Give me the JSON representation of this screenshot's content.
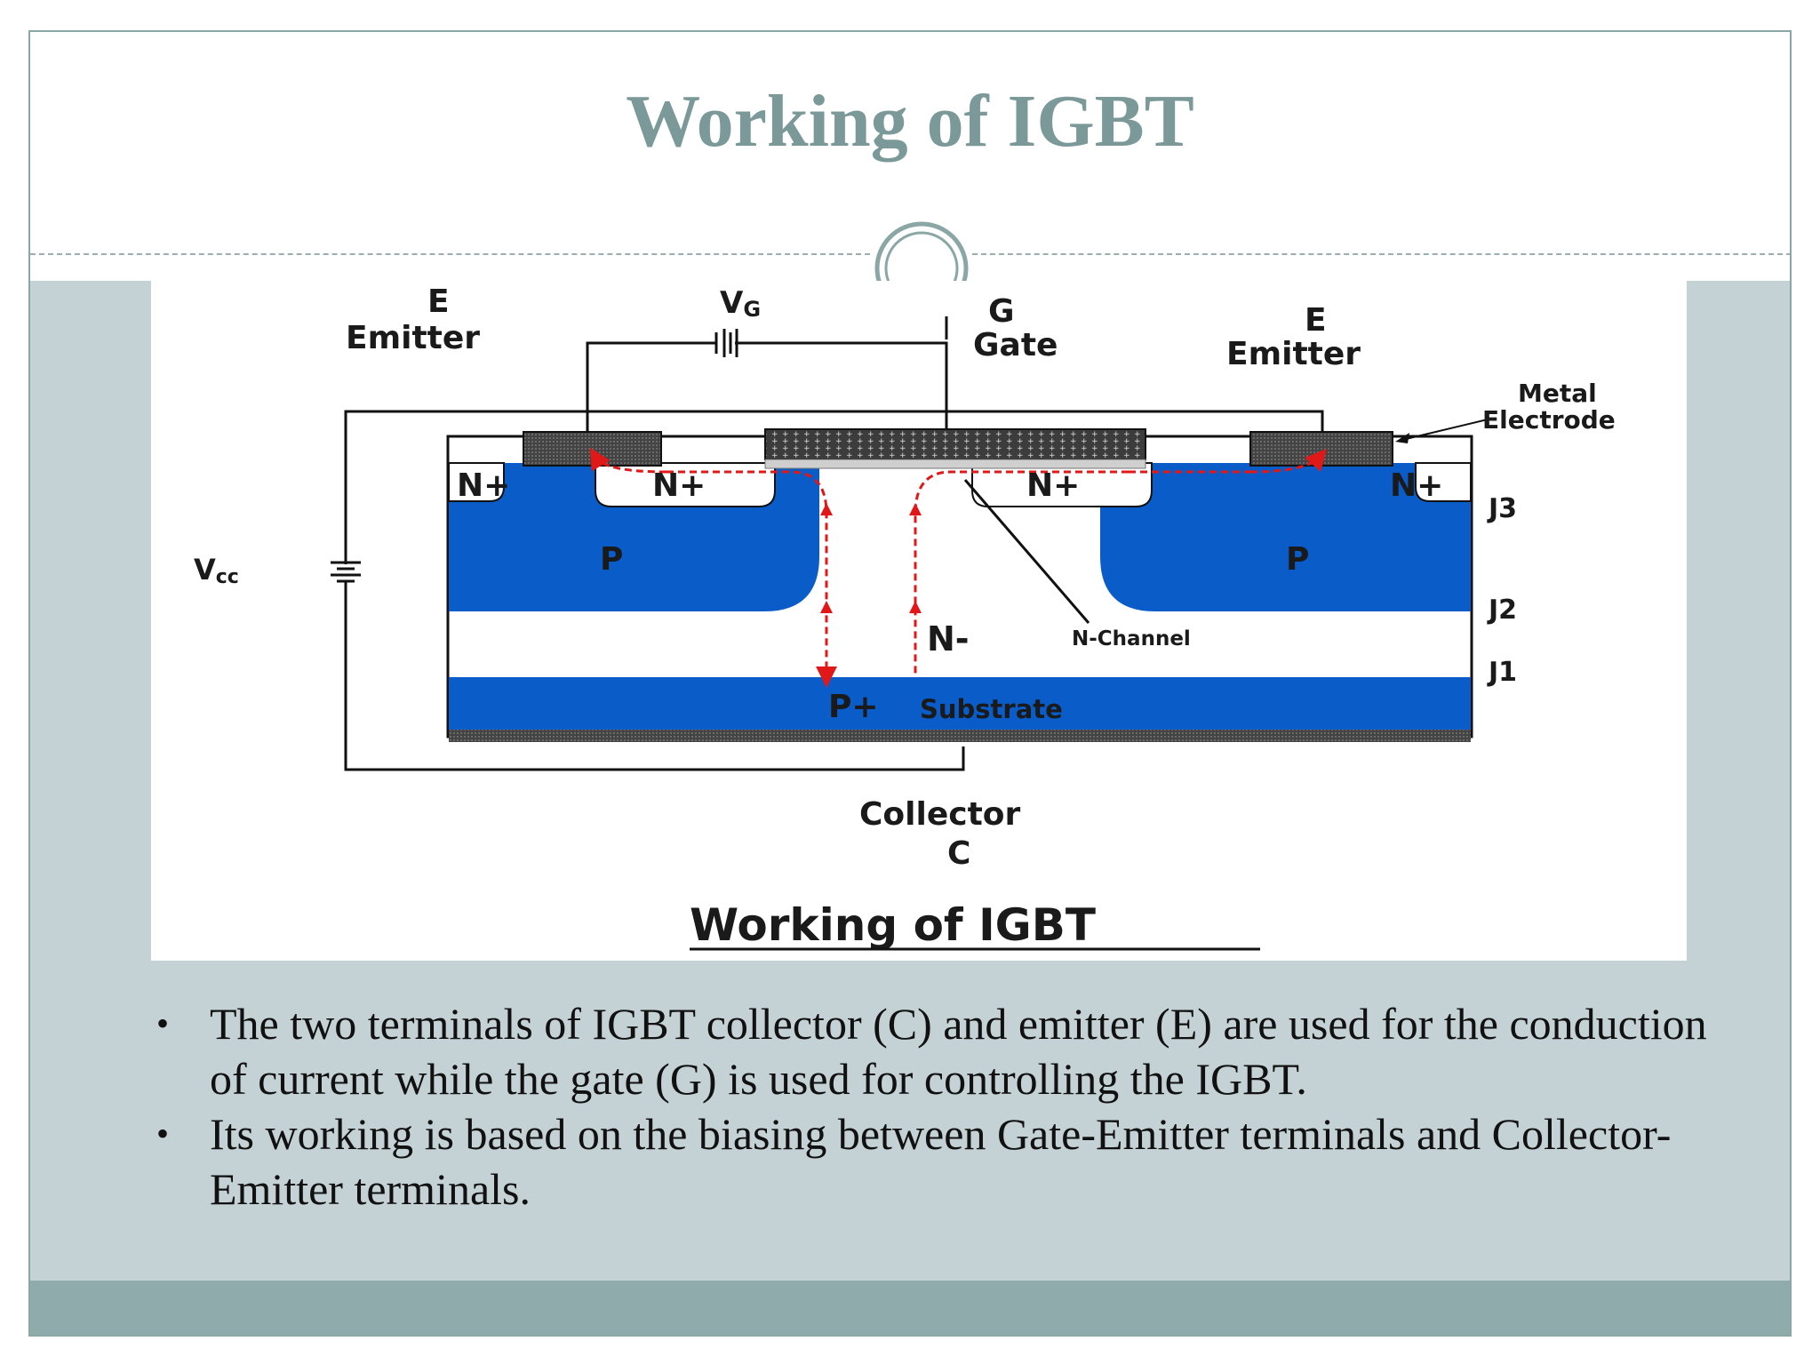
{
  "slide": {
    "title": "Working of IGBT",
    "colors": {
      "title": "#7b9998",
      "band": "#c5d2d5",
      "footer": "#8fabab",
      "p_region": "#0a5cc8"
    }
  },
  "diagram": {
    "caption": "Working of IGBT",
    "emitter_left": {
      "letter": "E",
      "name": "Emitter"
    },
    "emitter_right": {
      "letter": "E",
      "name": "Emitter"
    },
    "gate": {
      "letter": "G",
      "name": "Gate"
    },
    "vg": {
      "main": "V",
      "sub": "G"
    },
    "vcc": {
      "main": "V",
      "sub": "cc"
    },
    "metal_electrode": [
      "Metal",
      "Electrode"
    ],
    "regions": {
      "n_plus": "N+",
      "p": "P",
      "n_minus": "N-",
      "n_channel": "N-Channel",
      "p_plus": "P+",
      "substrate": "Substrate"
    },
    "junctions": [
      "J3",
      "J2",
      "J1"
    ],
    "collector": {
      "name": "Collector",
      "letter": "C"
    }
  },
  "bullets": [
    "The two terminals of IGBT collector (C) and emitter (E) are used for the conduction of current while the gate (G) is used for controlling the IGBT.",
    "Its working is based on the biasing between Gate-Emitter terminals and Collector-Emitter terminals."
  ],
  "bullet_symbol": "•"
}
